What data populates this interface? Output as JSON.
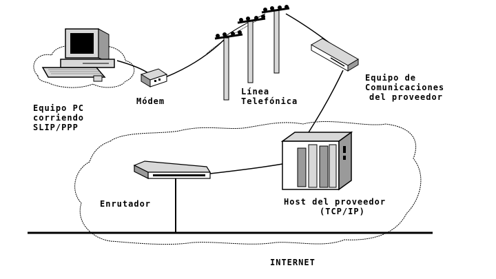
{
  "labels": {
    "pc": [
      "Equipo PC",
      "corriendo",
      "SLIP/PPP"
    ],
    "modem": "Módem",
    "line": [
      "Línea",
      "Telefónica"
    ],
    "provider_equipment": [
      "Equipo de",
      "Comunicaciones",
      "del proveedor"
    ],
    "router": "Enrutador",
    "host": [
      "Host del proveedor",
      "(TCP/IP)"
    ],
    "internet": "INTERNET"
  },
  "colors": {
    "ink": "#000000",
    "light": "#d8d8d8",
    "mid": "#9a9a9a",
    "dark": "#555555",
    "background": "#ffffff"
  }
}
